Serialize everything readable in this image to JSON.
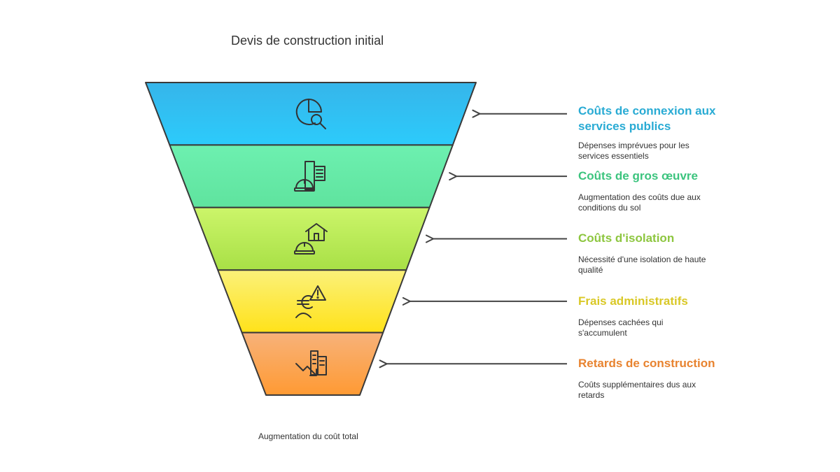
{
  "diagram": {
    "top_title": "Devis de construction initial",
    "bottom_caption": "Augmentation du coût total",
    "stages": [
      {
        "title": "Coûts de connexion aux services publics",
        "description": "Dépenses imprévues pour les services essentiels",
        "icon": "pie-chart-search-icon",
        "title_color": "#29ABD4",
        "fill_top": "#36B5EA",
        "fill_bottom": "#2CCBFB"
      },
      {
        "title": "Coûts de gros œuvre",
        "description": "Augmentation des coûts due aux conditions du sol",
        "icon": "building-hardhat-icon",
        "title_color": "#3CC47E",
        "fill_top": "#6DF0B0",
        "fill_bottom": "#5FE39E"
      },
      {
        "title": "Coûts d'isolation",
        "description": "Nécessité d'une isolation de haute qualité",
        "icon": "house-hardhat-icon",
        "title_color": "#8DC63F",
        "fill_top": "#CCF56A",
        "fill_bottom": "#A8E046"
      },
      {
        "title": "Frais administratifs",
        "description": "Dépenses cachées qui s'accumulent",
        "icon": "euro-person-warning-icon",
        "title_color": "#D9C826",
        "fill_top": "#FBF17A",
        "fill_bottom": "#FFE21A"
      },
      {
        "title": "Retards de construction",
        "description": "Coûts supplémentaires dus aux retards",
        "icon": "building-declining-arrow-icon",
        "title_color": "#E8832F",
        "fill_top": "#F7B27A",
        "fill_bottom": "#FF9A33"
      }
    ]
  }
}
